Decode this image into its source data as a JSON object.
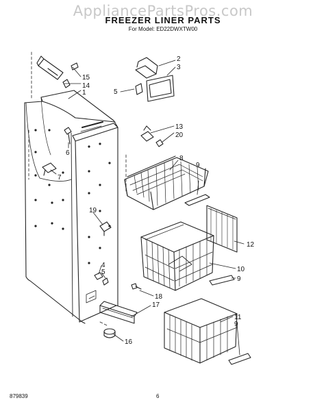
{
  "watermark": "AppliancePartsPros.com",
  "title": "FREEZER LINER PARTS",
  "subtitle": "For Model: ED22DWXTW00",
  "callouts": [
    "2",
    "3",
    "5",
    "15",
    "14",
    "1",
    "6",
    "7",
    "13",
    "20",
    "8",
    "9",
    "19",
    "12",
    "4",
    "5",
    "10",
    "9",
    "18",
    "17",
    "16",
    "11",
    "9"
  ],
  "footer": {
    "code": "879839",
    "page": "6"
  }
}
